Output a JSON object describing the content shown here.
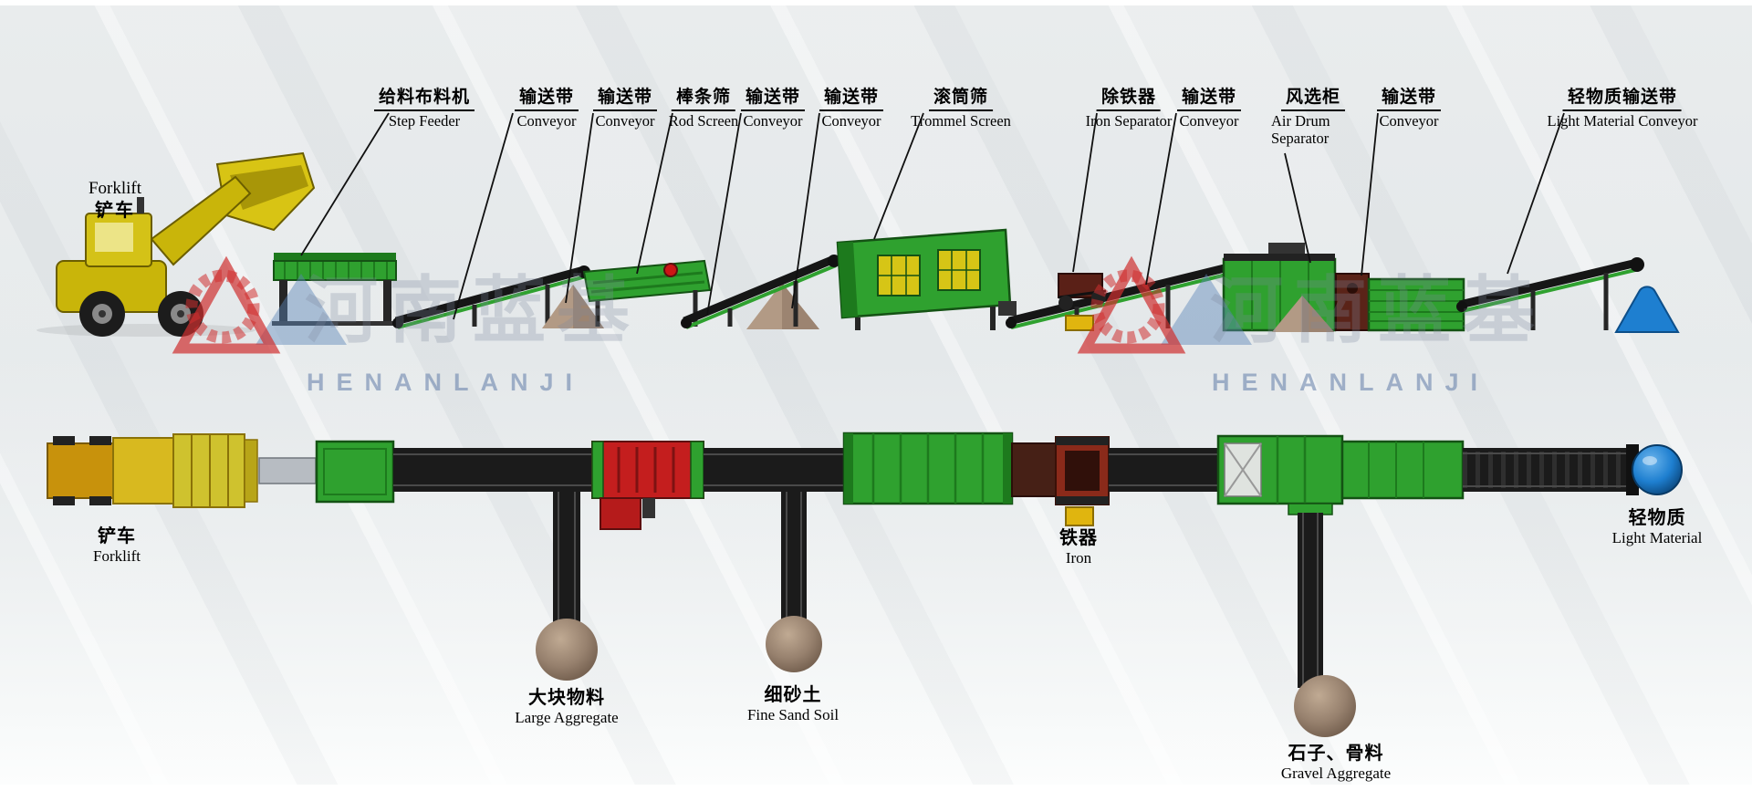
{
  "watermark": {
    "zh": "河南蓝基",
    "latin": "HENANLANJI"
  },
  "forklift_top_label": {
    "en": "Forklift",
    "zh": "铲车"
  },
  "top_labels": [
    {
      "id": "step-feeder",
      "zh": "给料布料机",
      "en": "Step Feeder"
    },
    {
      "id": "conveyor-1",
      "zh": "输送带",
      "en": "Conveyor"
    },
    {
      "id": "conveyor-2",
      "zh": "输送带",
      "en": "Conveyor"
    },
    {
      "id": "rod-screen",
      "zh": "棒条筛",
      "en": "Rod Screen"
    },
    {
      "id": "conveyor-3",
      "zh": "输送带",
      "en": "Conveyor"
    },
    {
      "id": "conveyor-4",
      "zh": "输送带",
      "en": "Conveyor"
    },
    {
      "id": "trommel-screen",
      "zh": "滚筒筛",
      "en": "Trommel Screen"
    },
    {
      "id": "iron-separator",
      "zh": "除铁器",
      "en": "Iron Separator"
    },
    {
      "id": "conveyor-5",
      "zh": "输送带",
      "en": "Conveyor"
    },
    {
      "id": "air-drum-separator",
      "zh": "风选柜",
      "en": "Air Drum Separator"
    },
    {
      "id": "conveyor-6",
      "zh": "输送带",
      "en": "Conveyor"
    },
    {
      "id": "light-material-conveyor",
      "zh": "轻物质输送带",
      "en": "Light Material Conveyor"
    }
  ],
  "bottom_labels": [
    {
      "id": "forklift",
      "zh": "铲车",
      "en": "Forklift"
    },
    {
      "id": "large-aggregate",
      "zh": "大块物料",
      "en": "Large Aggregate"
    },
    {
      "id": "fine-sand-soil",
      "zh": "细砂土",
      "en": "Fine Sand Soil"
    },
    {
      "id": "iron",
      "zh": "铁器",
      "en": "Iron"
    },
    {
      "id": "gravel-aggregate",
      "zh": "石子、骨料",
      "en": "Gravel Aggregate"
    },
    {
      "id": "light-material",
      "zh": "轻物质",
      "en": "Light Material"
    }
  ],
  "palette": {
    "machine_green": "#2fa12f",
    "belt_black": "#1b1b1b",
    "forklift_yellow": "#c9b50a",
    "pile_brown": "#97816e",
    "screen_red": "#c41e1e",
    "light_material_blue": "#1e7fd0",
    "watermark_red": "#cf2f2f",
    "watermark_blue": "#5b86b8"
  }
}
